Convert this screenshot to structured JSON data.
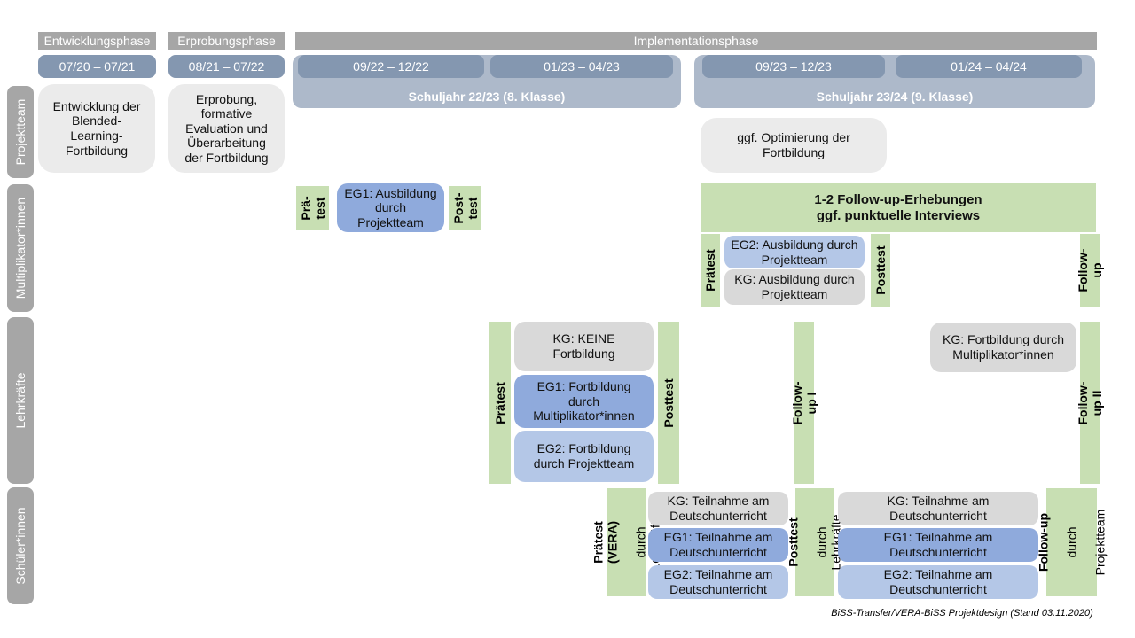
{
  "colors": {
    "phase_bar": "#a6a6a6",
    "sidebar_bar": "#a6a6a6",
    "date_bar": "#8497b0",
    "school_year": "#adb9ca",
    "project_box": "#ebebeb",
    "green": "#c8dfb3",
    "eg1_blue": "#8faadc",
    "eg2_blue": "#b4c7e7",
    "kg_gray": "#d9d9d9"
  },
  "phases": {
    "entwicklung": "Entwicklungsphase",
    "erprobung": "Erprobungsphase",
    "implementation": "Implementationsphase"
  },
  "dates": {
    "d1": "07/20 – 07/21",
    "d2": "08/21 – 07/22",
    "d3": "09/22 – 12/22",
    "d4": "01/23 – 04/23",
    "d5": "09/23 – 12/23",
    "d6": "01/24 – 04/24"
  },
  "school_years": {
    "y1": "Schuljahr 22/23 (8. Klasse)",
    "y2": "Schuljahr 23/24 (9. Klasse)"
  },
  "sidebar": {
    "row1": "Projektteam",
    "row2": "Multiplikator*innen",
    "row3": "Lehrkräfte",
    "row4": "Schüler*innen"
  },
  "projektteam": {
    "entwicklung": "Entwicklung der\nBlended-\nLearning-\nFortbildung",
    "erprobung": "Erprobung,\nformative\nEvaluation und\nÜberarbeitung\nder Fortbildung",
    "optimierung": "ggf. Optimierung der\nFortbildung"
  },
  "multiplikatoren": {
    "praetest_klein": "Prä-\ntest",
    "eg1": "EG1: Ausbildung\ndurch\nProjektteam",
    "posttest_klein": "Post-\ntest",
    "followup_banner": "1-2 Follow-up-Erhebungen\nggf. punktuelle Interviews",
    "praetest": "Prätest",
    "eg2": "EG2: Ausbildung durch\nProjektteam",
    "kg": "KG: Ausbildung durch\nProjektteam",
    "posttest": "Posttest",
    "followup": "Follow-up"
  },
  "lehrkraefte": {
    "praetest": "Prätest",
    "kg_keine": "KG: KEINE\nFortbildung",
    "eg1": "EG1: Fortbildung\ndurch\nMultiplikator*innen",
    "eg2": "EG2: Fortbildung\ndurch Projektteam",
    "posttest": "Posttest",
    "followup1": "Follow-up I",
    "kg_fortbildung": "KG: Fortbildung durch\nMultiplikator*innen",
    "followup2": "Follow-up II"
  },
  "schueler": {
    "praetest_haupt": "Prätest (VERA)",
    "praetest_sub": "durch Lehrkräfte",
    "kg_1": "KG: Teilnahme am\nDeutschunterricht",
    "eg1_1": "EG1: Teilnahme am\nDeutschunterricht",
    "eg2_1": "EG2: Teilnahme am\nDeutschunterricht",
    "posttest_haupt": "Posttest",
    "posttest_sub": "durch Lehrkräfte",
    "kg_2": "KG: Teilnahme am\nDeutschunterricht",
    "eg1_2": "EG1: Teilnahme am\nDeutschunterricht",
    "eg2_2": "EG2: Teilnahme am\nDeutschunterricht",
    "followup_haupt": "Follow-up",
    "followup_sub1": "durch",
    "followup_sub2": "Projektteam"
  },
  "footer": "BiSS-Transfer/VERA-BiSS Projektdesign (Stand 03.11.2020)"
}
